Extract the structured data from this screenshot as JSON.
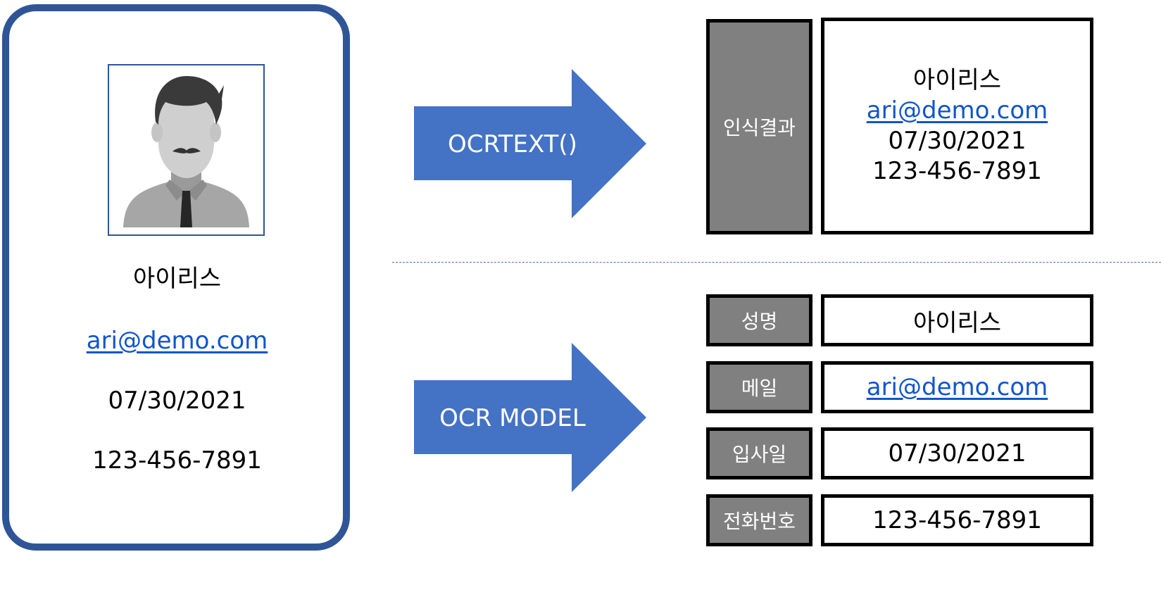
{
  "card": {
    "name": "아이리스",
    "email": "ari@demo.com",
    "date": "07/30/2021",
    "phone": "123-456-7891"
  },
  "arrows": {
    "top_label": "OCRTEXT()",
    "bottom_label": "OCR MODEL"
  },
  "ocr_text": {
    "label": "인식결과",
    "lines": [
      "아이리스",
      "ari@demo.com",
      "07/30/2021",
      "123-456-7891"
    ]
  },
  "ocr_model": {
    "fields": [
      {
        "label": "성명",
        "value": "아이리스"
      },
      {
        "label": "메일",
        "value": "ari@demo.com"
      },
      {
        "label": "입사일",
        "value": "07/30/2021"
      },
      {
        "label": "전화번호",
        "value": "123-456-7891"
      }
    ]
  },
  "colors": {
    "card_border": "#2f5597",
    "arrow_fill": "#4472c4",
    "label_box": "#808080",
    "link": "#1155cc"
  },
  "icons": {
    "photo": "person-avatar-icon"
  }
}
